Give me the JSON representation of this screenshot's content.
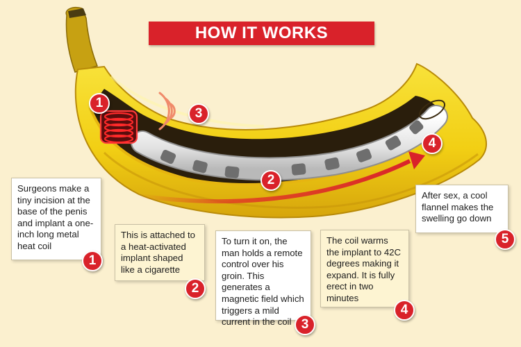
{
  "title": "HOW IT WORKS",
  "diagram_badges": {
    "coil": "1",
    "implant": "2",
    "remote": "3",
    "erect": "4"
  },
  "steps": [
    {
      "number": "1",
      "text": "Surgeons make a tiny incision at the base of the penis and implant a one-inch long metal heat coil"
    },
    {
      "number": "2",
      "text": "This is attached to a heat-activated implant shaped like a cigarette"
    },
    {
      "number": "3",
      "text": "To turn it on, the man holds a remote control over his  groin. This generates a magnetic field which triggers a mild current in the coil"
    },
    {
      "number": "4",
      "text": "The coil warms the implant to 42C degrees making it expand. It is fully erect in two minutes"
    },
    {
      "number": "5",
      "text": "After sex, a cool flannel makes the swelling go down"
    }
  ],
  "colors": {
    "background": "#fbf0cf",
    "accent_red": "#d9222a",
    "banana_yellow": "#f4d417",
    "banana_shade": "#d9a90c",
    "banana_interior": "#2a1e0c",
    "implant": "#e8e8e8"
  }
}
